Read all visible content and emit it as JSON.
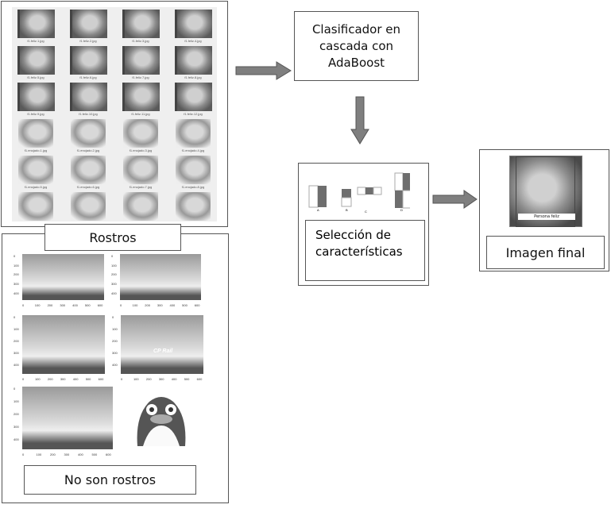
{
  "faces_panel": {
    "label": "Rostros",
    "files": [
      "f1.feliz.1.jpg",
      "f1.feliz.2.jpg",
      "f1.feliz.3.jpg",
      "f1.feliz.4.jpg",
      "f1.feliz.5.jpg",
      "f1.feliz.6.jpg",
      "f1.feliz.7.jpg",
      "f1.feliz.8.jpg",
      "f1.feliz.9.jpg",
      "f1.feliz.10.jpg",
      "f1.feliz.11.jpg",
      "f1.feliz.12.jpg",
      "f1.enojado.1.jpg",
      "f1.enojado.2.jpg",
      "f1.enojado.3.jpg",
      "f1.enojado.4.jpg",
      "f1.enojado.5.jpg",
      "f1.enojado.6.jpg",
      "f1.enojado.7.jpg",
      "f1.enojado.8.jpg",
      "",
      "",
      "",
      ""
    ]
  },
  "nonfaces_panel": {
    "label": "No son rostros",
    "plot_x_ticks": [
      "0",
      "100",
      "200",
      "300",
      "400",
      "500",
      "600"
    ],
    "plot_y_ticks": [
      "0",
      "100",
      "200",
      "300",
      "400"
    ],
    "train_text": "CP Rail"
  },
  "classifier": {
    "label": "Clasificador en cascada con AdaBoost"
  },
  "features": {
    "label": "Selección de características",
    "feature_labels": [
      "A",
      "B",
      "C",
      "D"
    ],
    "dark_color": "#6e6e6e"
  },
  "final": {
    "label": "Imagen final",
    "caption": "Persona feliz"
  },
  "arrow_color": "#7f7f7f"
}
